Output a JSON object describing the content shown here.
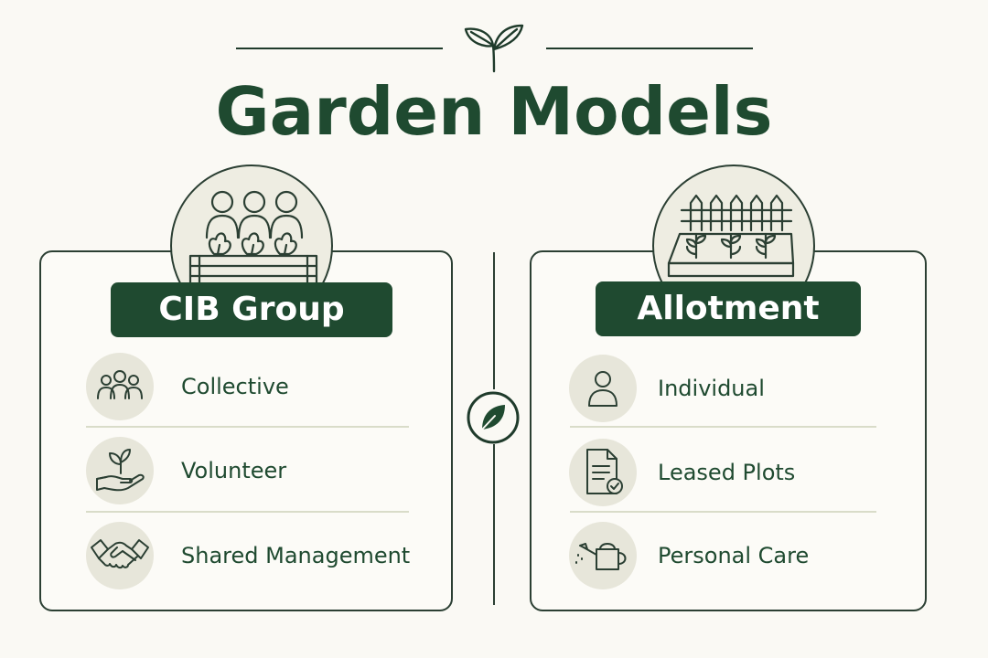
{
  "title": "Garden Models",
  "icons": {
    "top": "sprout-icon",
    "center": "leaf-icon"
  },
  "colors": {
    "primary": "#1f4a30",
    "background": "#faf9f4",
    "icon_bg": "#e7e6da",
    "divider": "#d9dcc9"
  },
  "left": {
    "heading": "CIB Group",
    "badge_icon": "community-raised-bed-icon",
    "items": [
      {
        "label": "Collective",
        "icon": "group-people-icon"
      },
      {
        "label": "Volunteer",
        "icon": "hand-sprout-icon"
      },
      {
        "label": "Shared Management",
        "icon": "handshake-icon"
      }
    ]
  },
  "right": {
    "heading": "Allotment",
    "badge_icon": "fenced-plot-icon",
    "items": [
      {
        "label": "Individual",
        "icon": "person-icon"
      },
      {
        "label": "Leased Plots",
        "icon": "lease-document-icon"
      },
      {
        "label": "Personal Care",
        "icon": "watering-can-icon"
      }
    ]
  }
}
